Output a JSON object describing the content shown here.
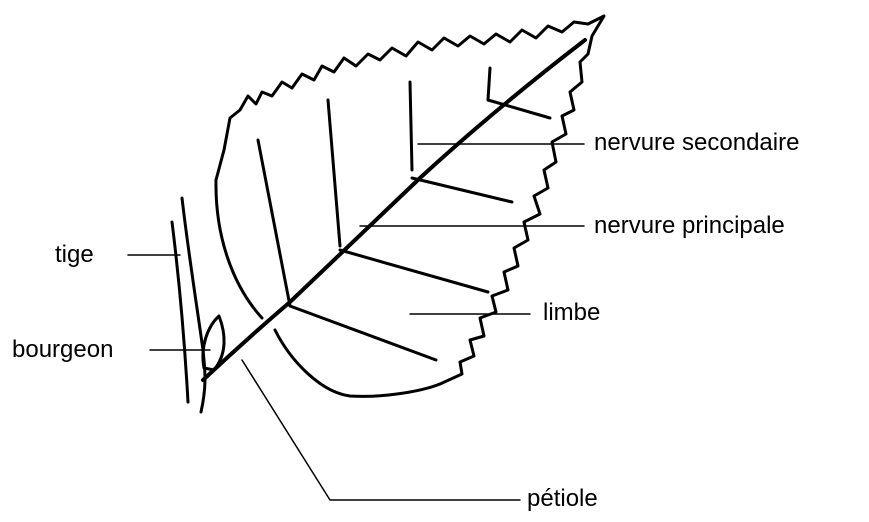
{
  "diagram": {
    "labels": {
      "nervure_secondaire": "nervure secondaire",
      "nervure_principale": "nervure principale",
      "limbe": "limbe",
      "tige": "tige",
      "bourgeon": "bourgeon",
      "petiole": "pétiole"
    },
    "colors": {
      "ink": "#000000",
      "background": "#ffffff"
    }
  }
}
